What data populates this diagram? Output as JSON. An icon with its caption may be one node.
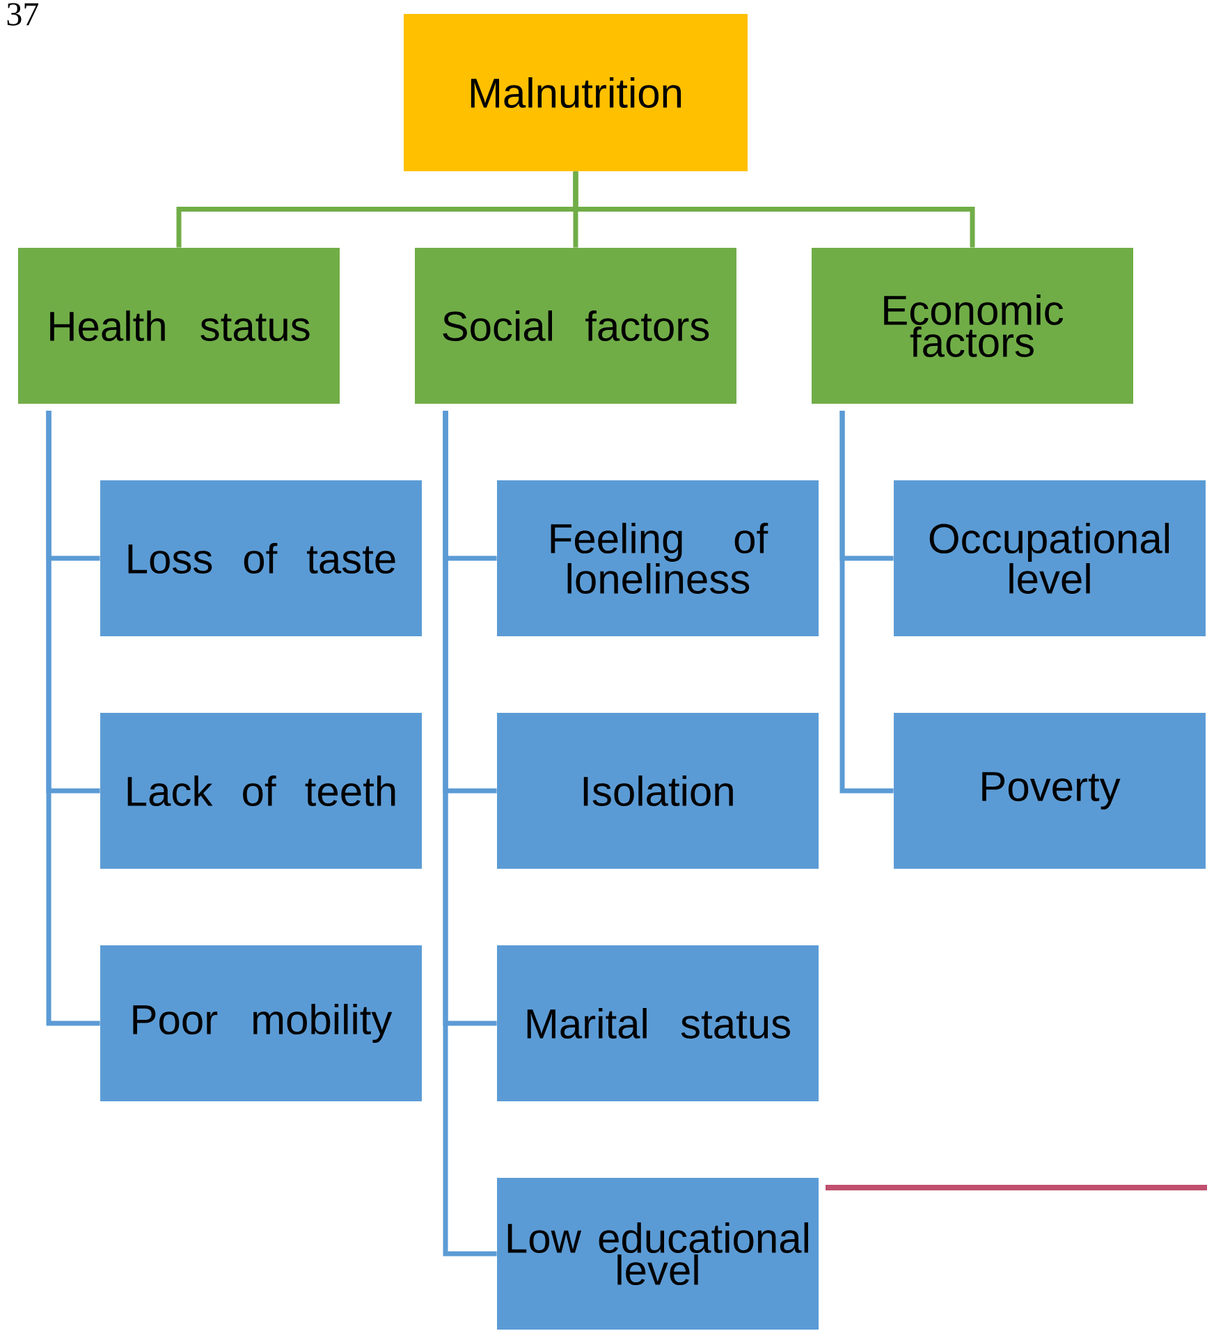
{
  "diagram": {
    "nodes": [
      {
        "text": [
          "Malnutrition"
        ]
      },
      {
        "text": [
          "Health status"
        ]
      },
      {
        "text": [
          "Social factors"
        ]
      },
      {
        "text": [
          "Economic factors"
        ]
      },
      {
        "text": [
          "Loss of taste"
        ]
      },
      {
        "text": [
          "Lack of teeth"
        ]
      },
      {
        "text": [
          "Poor mobility"
        ]
      },
      {
        "text": [
          "Feeling of loneliness"
        ]
      },
      {
        "text": [
          "Isolation"
        ]
      },
      {
        "text": [
          "Marital status"
        ]
      },
      {
        "text": [
          "Low educational level"
        ]
      },
      {
        "text": [
          "Occupational level"
        ]
      },
      {
        "text": [
          "Poverty"
        ]
      }
    ],
    "edges": [
      {
        "from": 0,
        "to": 1,
        "arrow": "none",
        "color": "#70ad47"
      },
      {
        "from": 0,
        "to": 2,
        "arrow": "none",
        "color": "#70ad47"
      },
      {
        "from": 0,
        "to": 3,
        "arrow": "none",
        "color": "#70ad47"
      },
      {
        "from": 1,
        "to": 4,
        "arrow": "none"
      },
      {
        "from": 1,
        "to": 5,
        "arrow": "none"
      },
      {
        "from": 1,
        "to": 6,
        "arrow": "none"
      },
      {
        "from": 2,
        "to": 7,
        "arrow": "none"
      },
      {
        "from": 2,
        "to": 8,
        "arrow": "none"
      },
      {
        "from": 2,
        "to": 9,
        "arrow": "none"
      },
      {
        "from": 2,
        "to": 10,
        "arrow": "none"
      },
      {
        "from": 3,
        "to": 11,
        "arrow": "none"
      },
      {
        "from": 3,
        "to": 12,
        "arrow": "none"
      }
    ],
    "labels": [
      "37"
    ]
  }
}
